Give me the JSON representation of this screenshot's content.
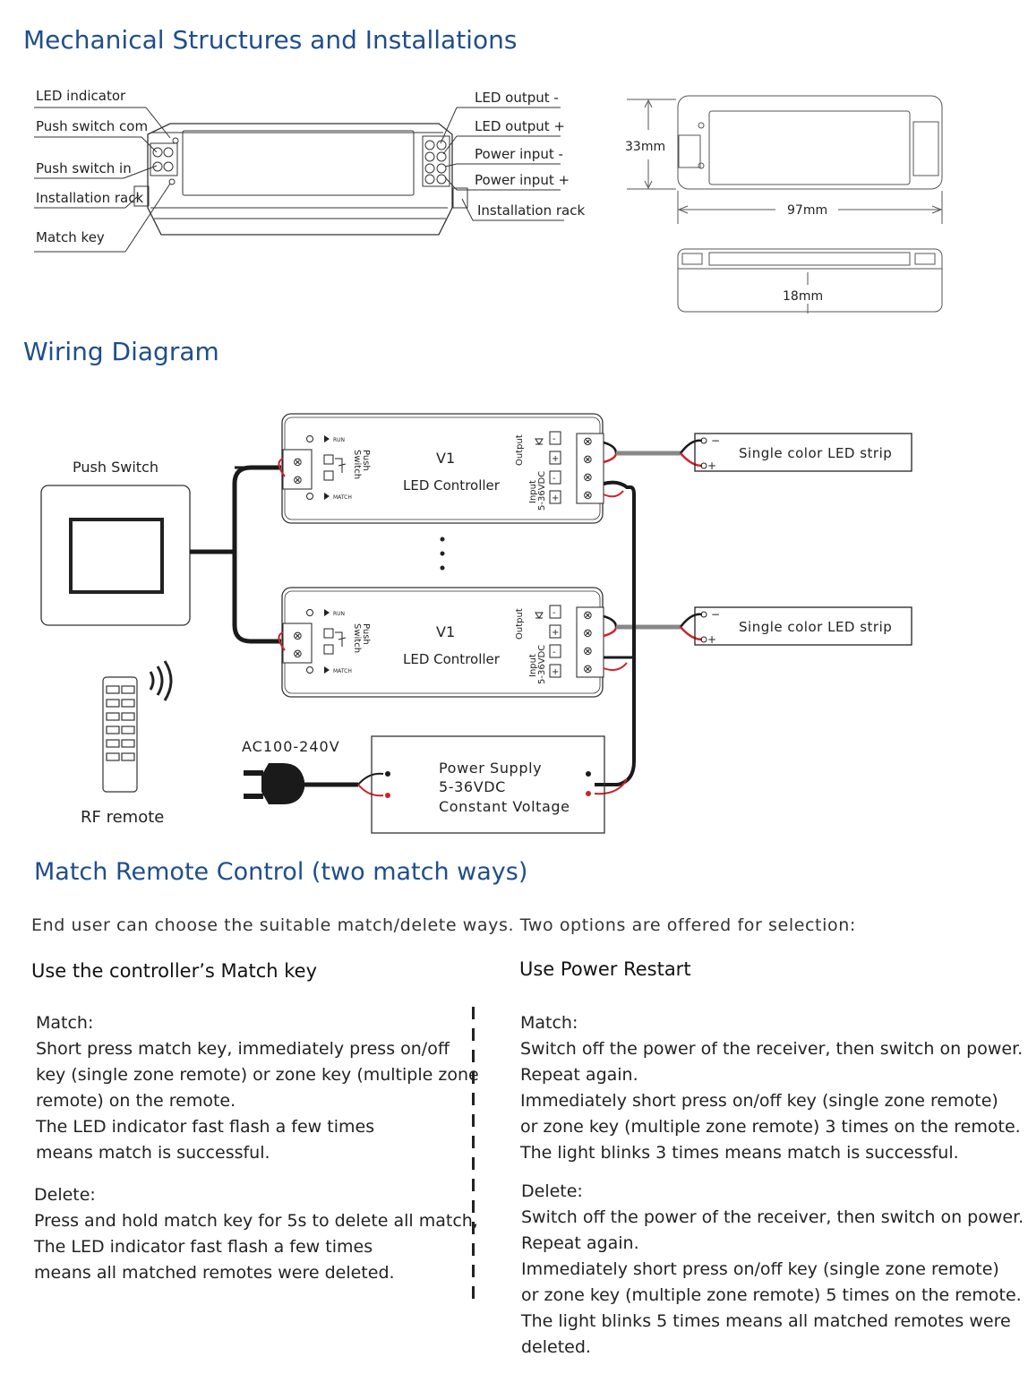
{
  "section1": {
    "title": "Mechanical Structures and Installations",
    "left_labels": [
      "LED indicator",
      "Push switch com",
      "Push switch in",
      "Installation rack",
      "Match key"
    ],
    "right_labels": [
      "LED output -",
      "LED output +",
      "Power input -",
      "Power input +",
      "Installation rack"
    ],
    "dims": {
      "height": "33mm",
      "width": "97mm",
      "depth": "18mm"
    }
  },
  "section2": {
    "title": "Wiring Diagram",
    "push_switch": "Push Switch",
    "rf_remote": "RF remote",
    "controller": {
      "model": "V1",
      "name": "LED Controller",
      "run": "RUN",
      "match": "MATCH",
      "push": "Push",
      "switch": "Switch",
      "output": "Output",
      "input": "Input",
      "input_range": "5-36VDC"
    },
    "strip_label": "Single color LED strip",
    "ac_label": "AC100-240V",
    "power_supply": [
      "Power Supply",
      "5-36VDC",
      "Constant Voltage"
    ]
  },
  "section3": {
    "title": "Match Remote Control (two match ways)",
    "intro": "End user can choose the suitable match/delete ways. Two options are offered for selection:",
    "left": {
      "heading": "Use the controller’s Match key",
      "match_label": "Match:",
      "match_lines": [
        "Short press match key, immediately press on/off",
        "key (single zone remote) or zone key (multiple zone",
        "remote) on the remote.",
        "The LED indicator fast flash a few times",
        "means match is successful."
      ],
      "delete_label": "Delete:",
      "delete_lines": [
        "Press and hold match key for 5s to delete all match,",
        "The LED indicator fast flash a few times",
        "means all matched remotes were deleted."
      ]
    },
    "right": {
      "heading": "Use Power Restart",
      "match_label": "Match:",
      "match_lines": [
        "Switch off the power of the receiver, then switch on power.",
        "Repeat again.",
        "Immediately short press on/off key (single zone remote)",
        "or zone key (multiple zone remote) 3 times on the remote.",
        "The light blinks 3 times means match is successful."
      ],
      "delete_label": "Delete:",
      "delete_lines": [
        "Switch off the power of the receiver, then switch on power.",
        "Repeat again.",
        "Immediately short press on/off key (single zone remote)",
        "or zone key (multiple zone remote) 5 times on the remote.",
        "The light blinks 5 times means all matched remotes were",
        "deleted."
      ]
    }
  }
}
